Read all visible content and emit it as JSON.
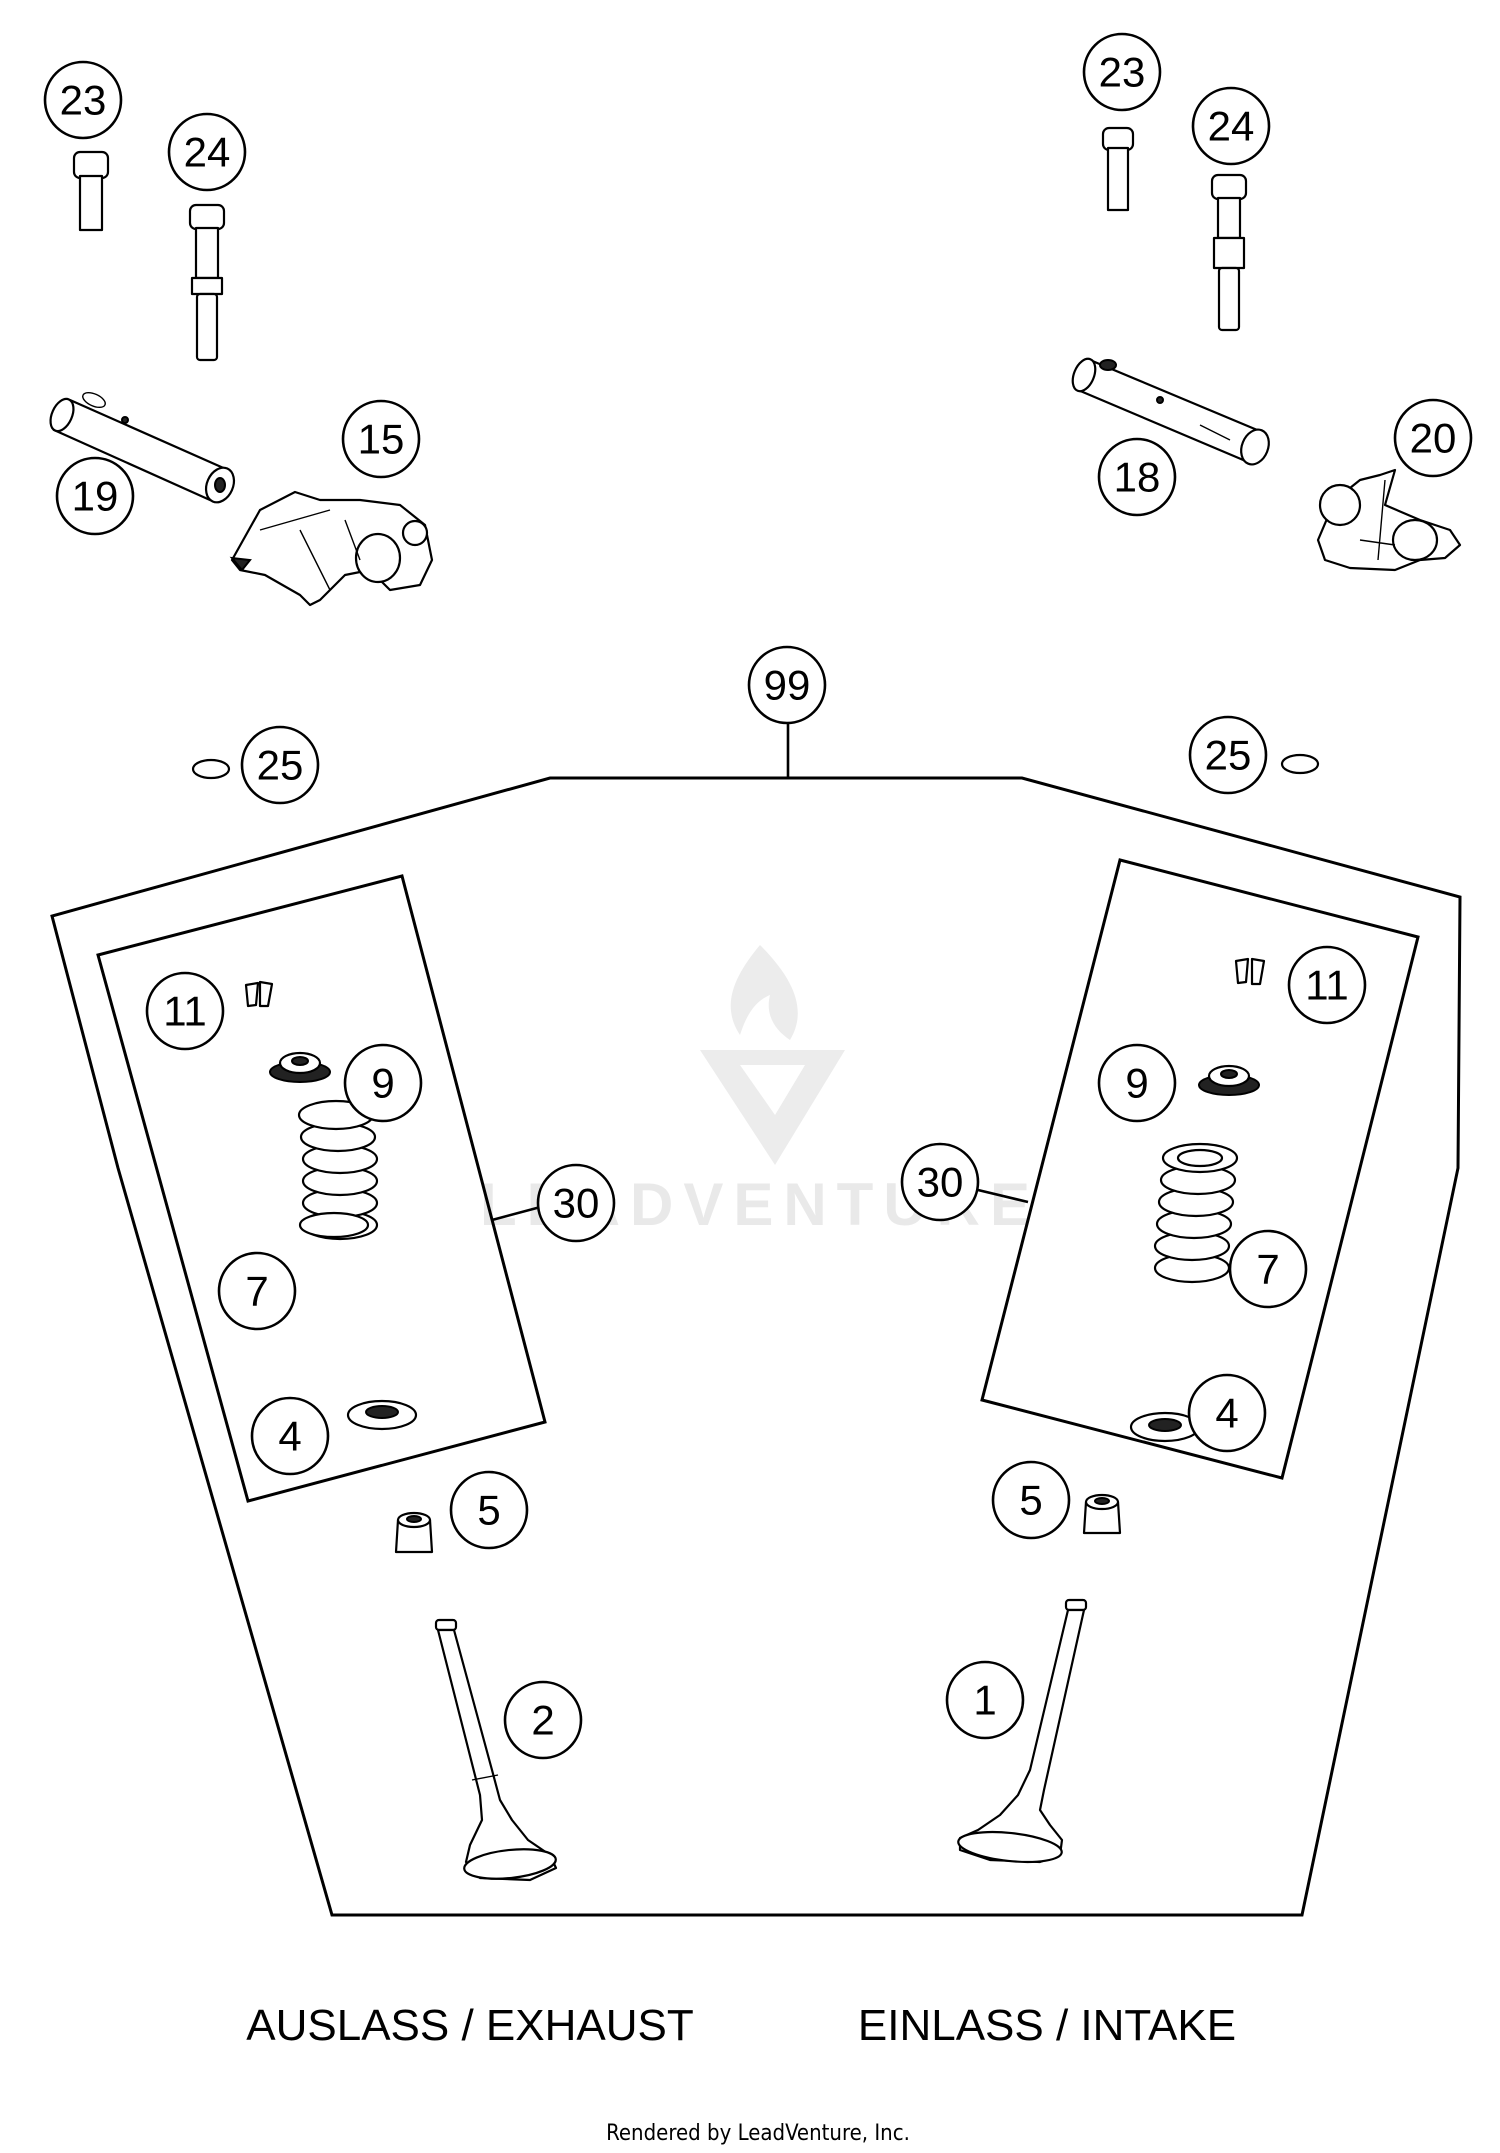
{
  "watermark": {
    "text": "LEADVENTURE",
    "color": "#e6e6e6"
  },
  "groups": {
    "exhaust_label": "AUSLASS / EXHAUST",
    "intake_label": "EINLASS / INTAKE"
  },
  "callouts": {
    "c23_left": "23",
    "c24_left": "24",
    "c19": "19",
    "c15": "15",
    "c23_right": "23",
    "c24_right": "24",
    "c18": "18",
    "c20": "20",
    "c99": "99",
    "c25_left": "25",
    "c25_right": "25",
    "c11_left": "11",
    "c9_left": "9",
    "c30_left": "30",
    "c7_left": "7",
    "c4_left": "4",
    "c5_left": "5",
    "c2": "2",
    "c11_right": "11",
    "c9_right": "9",
    "c30_right": "30",
    "c7_right": "7",
    "c4_right": "4",
    "c5_right": "5",
    "c1": "1"
  },
  "footer": {
    "credit": "Rendered by LeadVenture, Inc."
  }
}
